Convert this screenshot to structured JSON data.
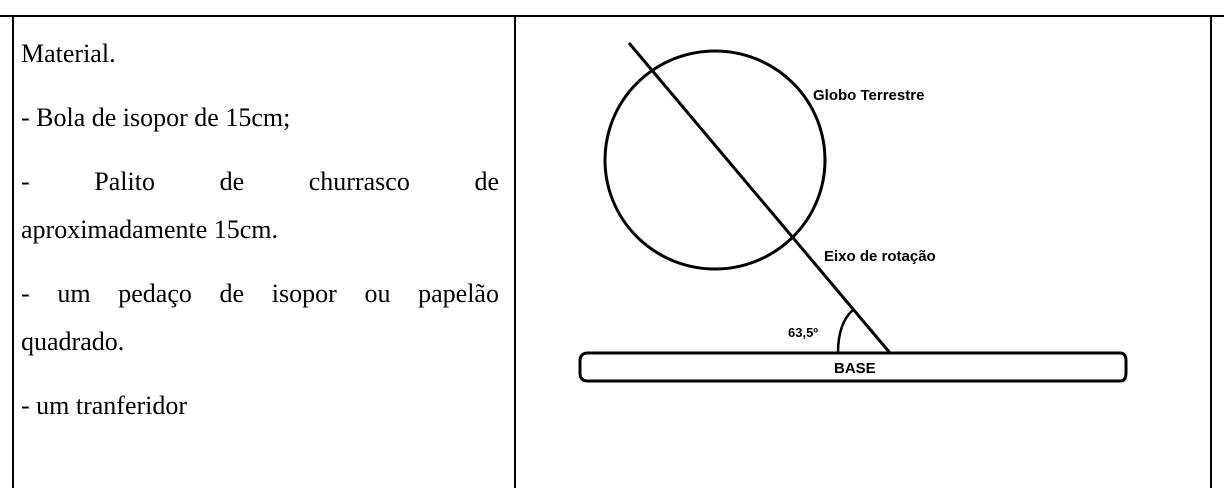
{
  "left": {
    "title": "Material.",
    "item1": "- Bola de isopor de 15cm;",
    "item2_words": [
      "-",
      "Palito",
      "de",
      "churrasco",
      "de"
    ],
    "item2_cont": "aproximadamente 15cm.",
    "item3_words": [
      "-",
      "um",
      "pedaço",
      "de",
      "isopor",
      "ou",
      "papelão"
    ],
    "item3_cont": "quadrado.",
    "item4": "- um tranferidor"
  },
  "diagram": {
    "globe_label": "Globo Terrestre",
    "axis_label": "Eixo de rotação",
    "angle_label": "63,5º",
    "base_label": "BASE"
  }
}
